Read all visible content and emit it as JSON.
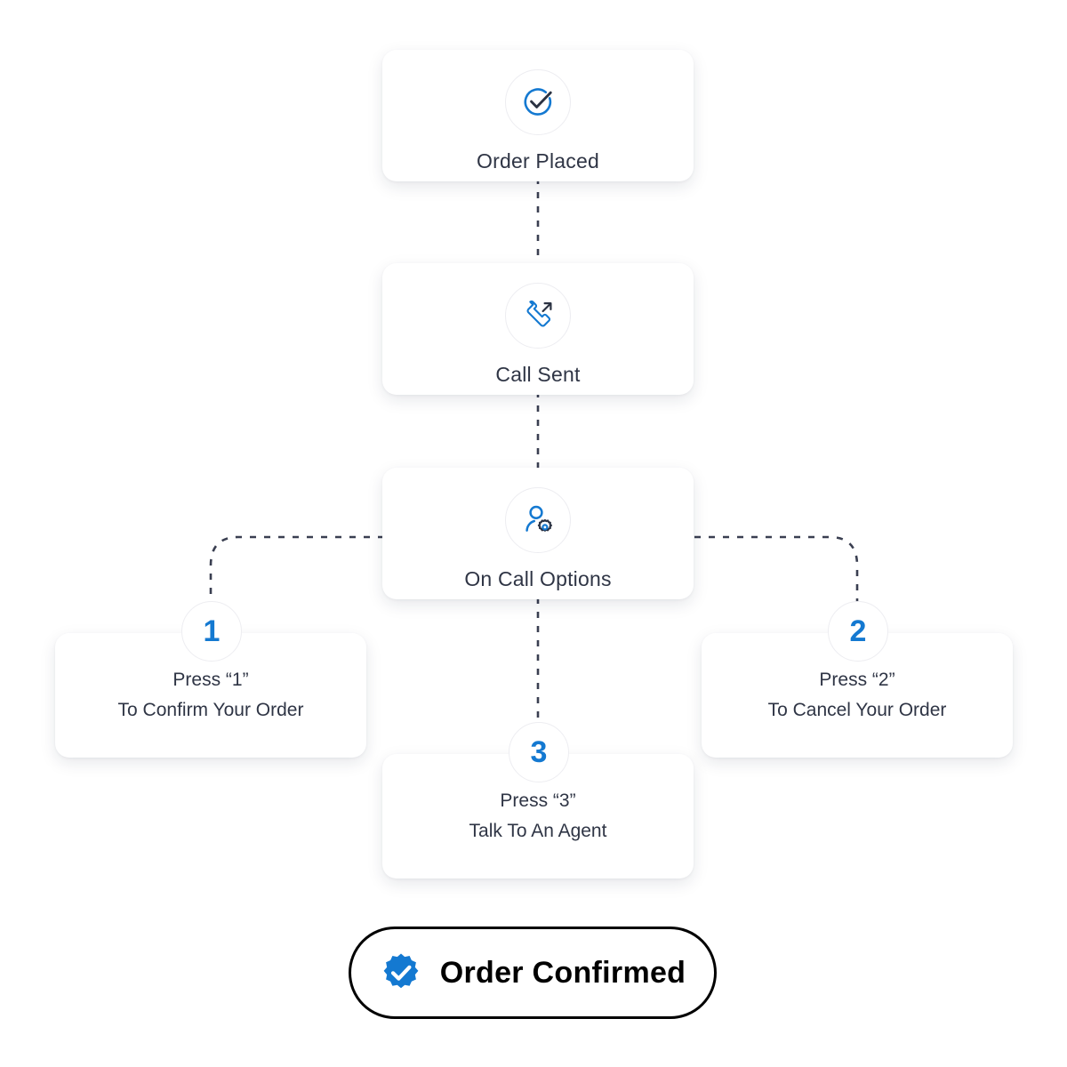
{
  "colors": {
    "accent_blue": "#1479d1",
    "icon_dark": "#2b3242",
    "text_dark": "#2f3545",
    "card_bg": "#ffffff",
    "page_bg": "#ffffff",
    "pill_border": "#000000",
    "connector": "#3a3f51"
  },
  "flow": {
    "stages": [
      {
        "id": "order-placed",
        "label": "Order Placed",
        "icon": "check-circle-icon"
      },
      {
        "id": "call-sent",
        "label": "Call Sent",
        "icon": "outgoing-call-icon"
      },
      {
        "id": "on-call-options",
        "label": "On Call Options",
        "icon": "user-settings-icon"
      }
    ],
    "options": [
      {
        "id": "option-1",
        "badge": "1",
        "line1": "Press “1”",
        "line2": "To Confirm Your Order"
      },
      {
        "id": "option-2",
        "badge": "2",
        "line1": "Press “2”",
        "line2": "To Cancel Your Order"
      },
      {
        "id": "option-3",
        "badge": "3",
        "line1": "Press “3”",
        "line2": "Talk To An Agent"
      }
    ],
    "result": {
      "label": "Order Confirmed",
      "icon": "verified-badge-icon"
    }
  }
}
